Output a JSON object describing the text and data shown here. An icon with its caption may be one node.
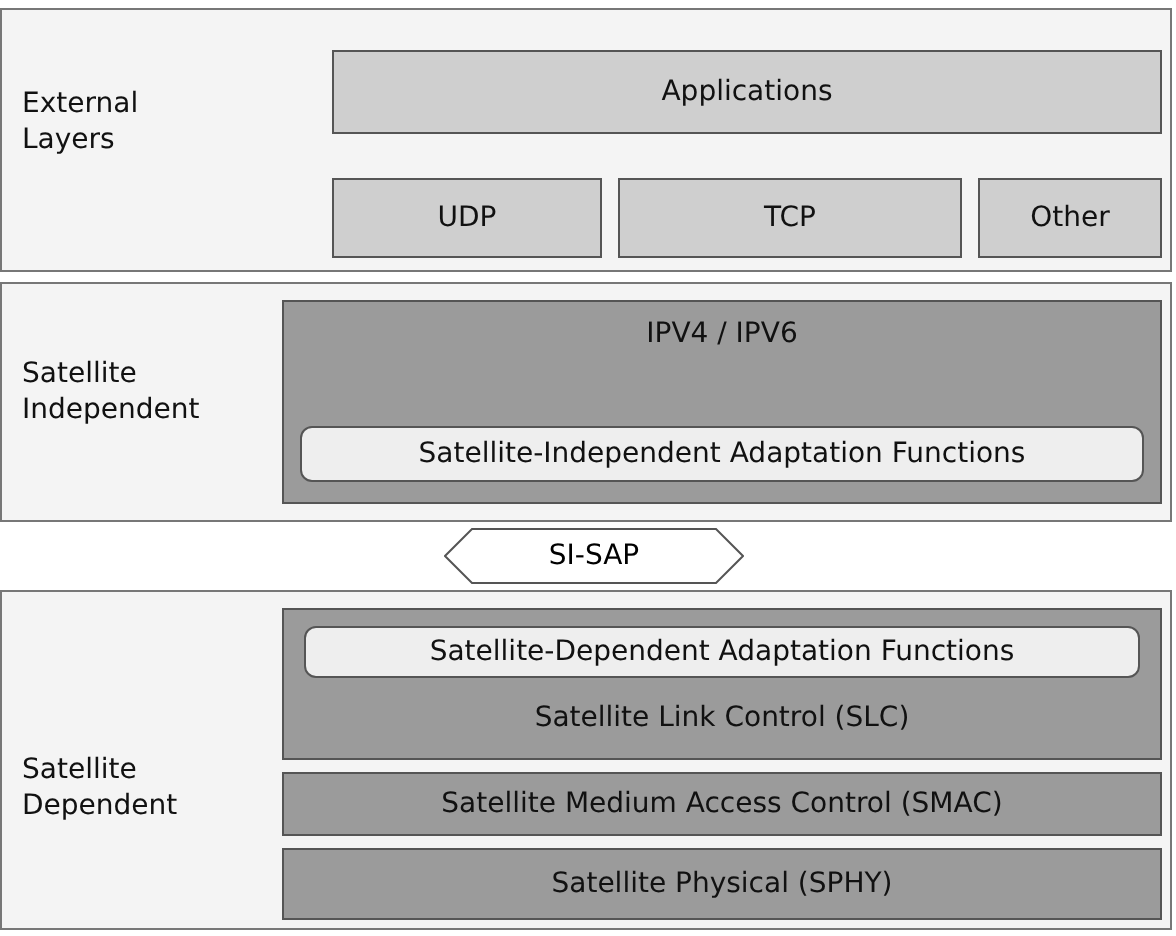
{
  "diagram": {
    "nodes": [
      {
        "text": [
          "External Layers"
        ]
      },
      {
        "text": [
          "Applications"
        ],
        "in": 0
      },
      {
        "text": [
          "UDP"
        ],
        "in": 0
      },
      {
        "text": [
          "TCP"
        ],
        "in": 0
      },
      {
        "text": [
          "Other"
        ],
        "in": 0
      },
      {
        "text": [
          "Satellite Independent"
        ]
      },
      {
        "text": [
          "IPV4 / IPV6"
        ],
        "in": 5
      },
      {
        "text": [
          "Satellite-Independent Adaptation Functions"
        ],
        "in": 6
      },
      {
        "text": [
          "SI-SAP"
        ]
      },
      {
        "text": [
          "Satellite Dependent"
        ]
      },
      {
        "text": [
          "Satellite Link Control (SLC)"
        ],
        "in": 9
      },
      {
        "text": [
          "Satellite-Dependent Adaptation Functions"
        ],
        "in": 10
      },
      {
        "text": [
          "Satellite Medium Access Control (SMAC)"
        ],
        "in": 9
      },
      {
        "text": [
          "Satellite Physical (SPHY)"
        ],
        "in": 9
      }
    ],
    "edges": []
  }
}
